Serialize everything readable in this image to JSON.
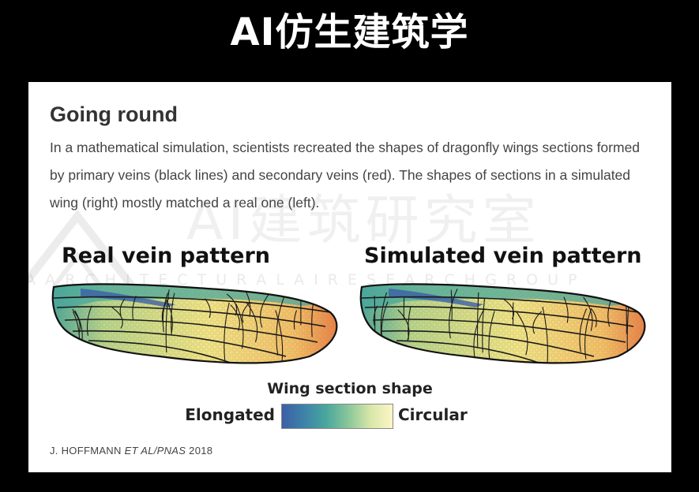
{
  "slide": {
    "title": "AI仿生建筑学"
  },
  "article": {
    "heading": "Going round",
    "description": "In a mathematical simulation, scientists recreated the shapes of dragonfly wings sections formed by primary veins (black lines) and secondary veins (red). The shapes of sections in a simulated wing (right) mostly matched a real one (left)."
  },
  "watermark": {
    "chinese": "AI建筑研究室",
    "english": "A  A R C H I T E C T U R A L  A I  R E S E A R C H  G R O U P"
  },
  "figure": {
    "real_label": "Real vein pattern",
    "simulated_label": "Simulated vein pattern",
    "legend_title": "Wing section shape",
    "legend_low": "Elongated",
    "legend_high": "Circular",
    "colors": {
      "elongated": "#3b5fa6",
      "mid": "#4aa79c",
      "circular": "#fdf6c6",
      "hot": "#e9824a"
    }
  },
  "credit": {
    "prefix": "J. HOFFMANN ",
    "italic": "ET AL/PNAS",
    "suffix": " 2018"
  }
}
